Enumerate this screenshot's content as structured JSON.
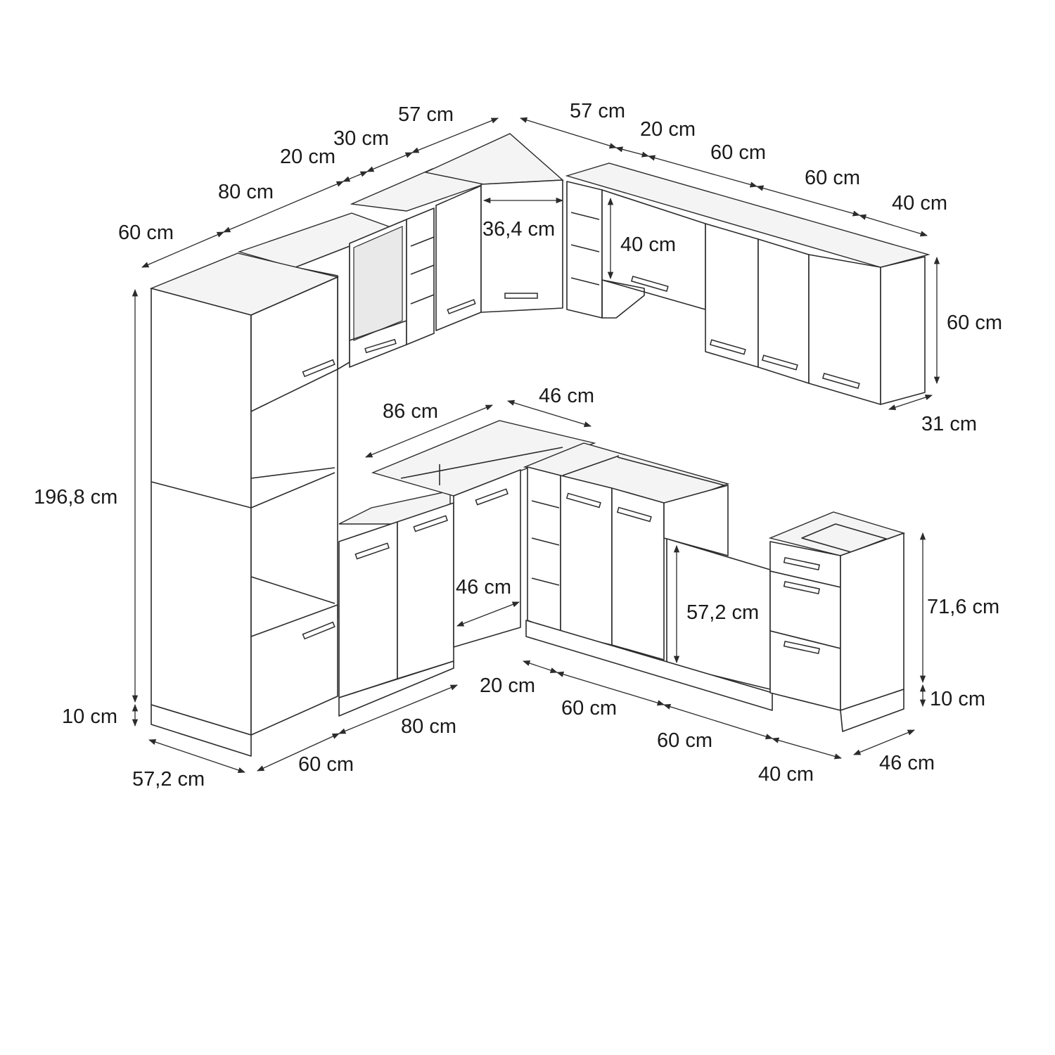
{
  "labels": {
    "upper_left_60": "60 cm",
    "upper_left_80": "80 cm",
    "upper_left_20": "20 cm",
    "upper_left_30": "30 cm",
    "upper_left_57": "57 cm",
    "upper_right_57": "57 cm",
    "upper_right_20": "20 cm",
    "upper_right_60a": "60 cm",
    "upper_right_60b": "60 cm",
    "upper_right_40": "40 cm",
    "corner_wall_width": "36,4 cm",
    "wall_flap_height": "40 cm",
    "wall_height": "60 cm",
    "wall_depth": "31 cm",
    "tall_height": "196,8 cm",
    "tall_plinth": "10 cm",
    "tall_depth": "57,2 cm",
    "base_left_60": "60 cm",
    "base_left_80": "80 cm",
    "corner_base_86": "86 cm",
    "corner_base_46_top": "46 cm",
    "corner_base_46_inner": "46 cm",
    "base_right_20": "20 cm",
    "base_right_60a": "60 cm",
    "base_right_60b": "60 cm",
    "base_right_40": "40 cm",
    "sink_door_height": "57,2 cm",
    "base_height": "71,6 cm",
    "base_plinth": "10 cm",
    "base_depth": "46 cm"
  }
}
